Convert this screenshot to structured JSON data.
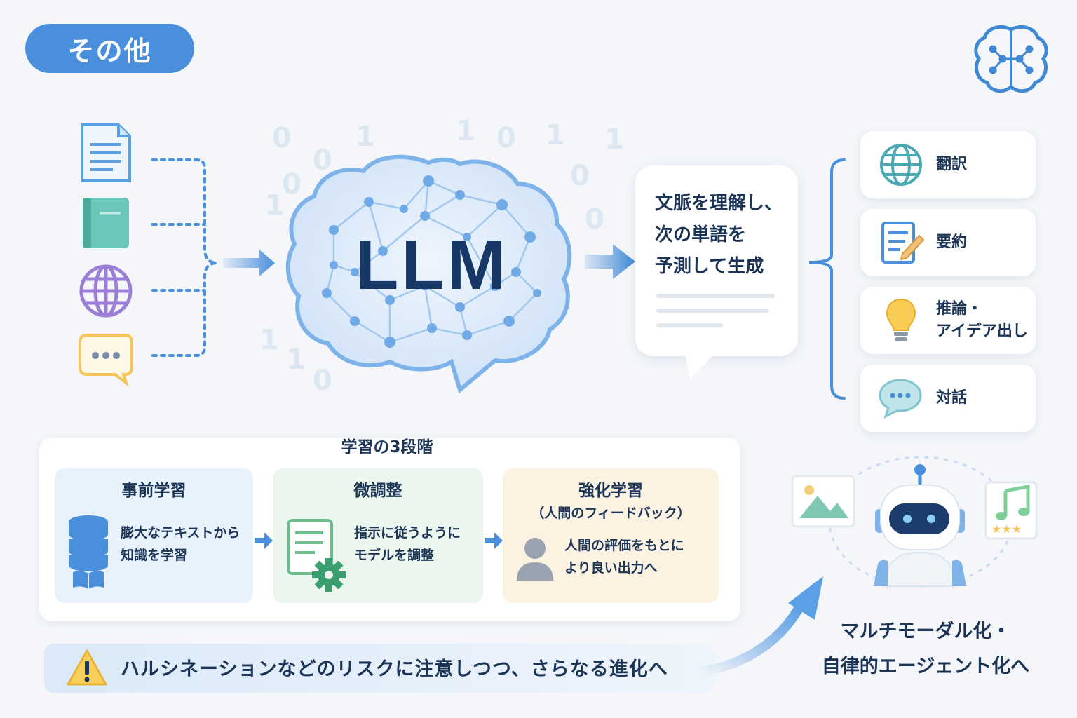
{
  "title": "その他",
  "binary_digits": [
    "0",
    "1",
    "1",
    "0",
    "1",
    "1",
    "0",
    "0",
    "1",
    "0",
    "1",
    "0",
    "1",
    "0"
  ],
  "center": {
    "label": "LLM"
  },
  "inputs": [
    {
      "icon": "document-icon"
    },
    {
      "icon": "book-icon"
    },
    {
      "icon": "globe-icon"
    },
    {
      "icon": "chat-bubble-icon"
    }
  ],
  "output_bubble": {
    "lines": [
      "文脈を理解し、",
      "次の単語を",
      "予測して生成"
    ]
  },
  "abilities": [
    {
      "icon": "globe-icon",
      "label": "翻訳"
    },
    {
      "icon": "document-edit-icon",
      "label": "要約"
    },
    {
      "icon": "lightbulb-icon",
      "label_line1": "推論・",
      "label_line2": "アイデア出し"
    },
    {
      "icon": "speech-bubble-icon",
      "label": "対話"
    }
  ],
  "training": {
    "title": "学習の3段階",
    "stages": [
      {
        "name": "事前学習",
        "line1": "膨大なテキストから",
        "line2": "知識を学習",
        "icon": "database-book-icon",
        "color": "#e8f2fc"
      },
      {
        "name": "微調整",
        "line1": "指示に従うように",
        "line2": "モデルを調整",
        "icon": "document-gear-icon",
        "color": "#ebf6ee"
      },
      {
        "name": "強化学習",
        "subname": "（人間のフィードバック）",
        "line1": "人間の評価をもとに",
        "line2": "より良い出力へ",
        "icon": "person-icon",
        "color": "#fcf2e2"
      }
    ]
  },
  "warning": {
    "icon": "warning-icon",
    "text": "ハルシネーションなどのリスクに注意しつつ、さらなる進化へ"
  },
  "future": {
    "line1": "マルチモーダル化・",
    "line2": "自律的エージェント化へ",
    "icons": [
      "image-icon",
      "robot-icon",
      "music-icon"
    ]
  },
  "colors": {
    "primary": "#4a8fdc",
    "navy": "#1c3557",
    "brain_fill": "#d7e8fa",
    "brain_stroke": "#7eb3ea"
  }
}
